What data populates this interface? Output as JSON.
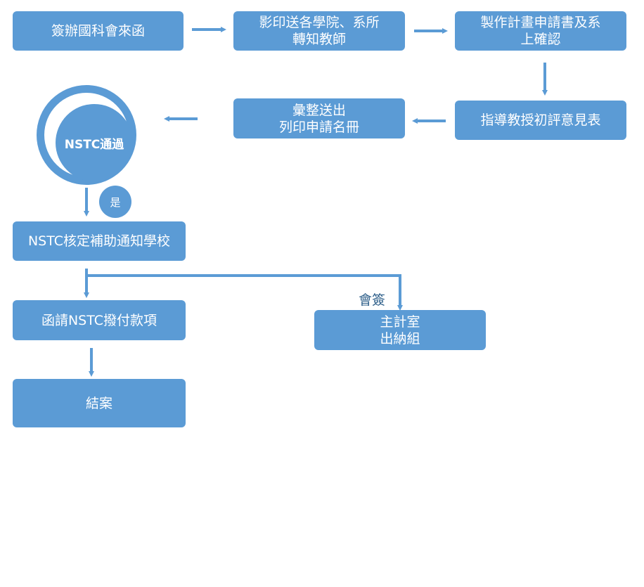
{
  "colors": {
    "box_fill": "#5b9bd5",
    "arrow": "#5b9bd5",
    "box_text": "#ffffff"
  },
  "steps": {
    "sign_nstc_letter": "簽辦國科會來函",
    "copy_to_colleges_l1": "影印送各學院、系所",
    "copy_to_colleges_l2": "轉知教師",
    "prepare_plan_l1": "製作計畫申請書及系",
    "prepare_plan_l2": "上確認",
    "advisor_review": "指導教授初評意見表",
    "compile_submit_l1": "彙整送出",
    "compile_submit_l2": "列印申請名冊",
    "nstc_approved": "NSTC通過",
    "yes_label": "是",
    "nstc_notify": "NSTC核定補助通知學校",
    "request_payment": "函請NSTC撥付款項",
    "close_case": "結案",
    "countersign_label": "會簽",
    "accounting_l1": "主計室",
    "accounting_l2": "出納組"
  }
}
